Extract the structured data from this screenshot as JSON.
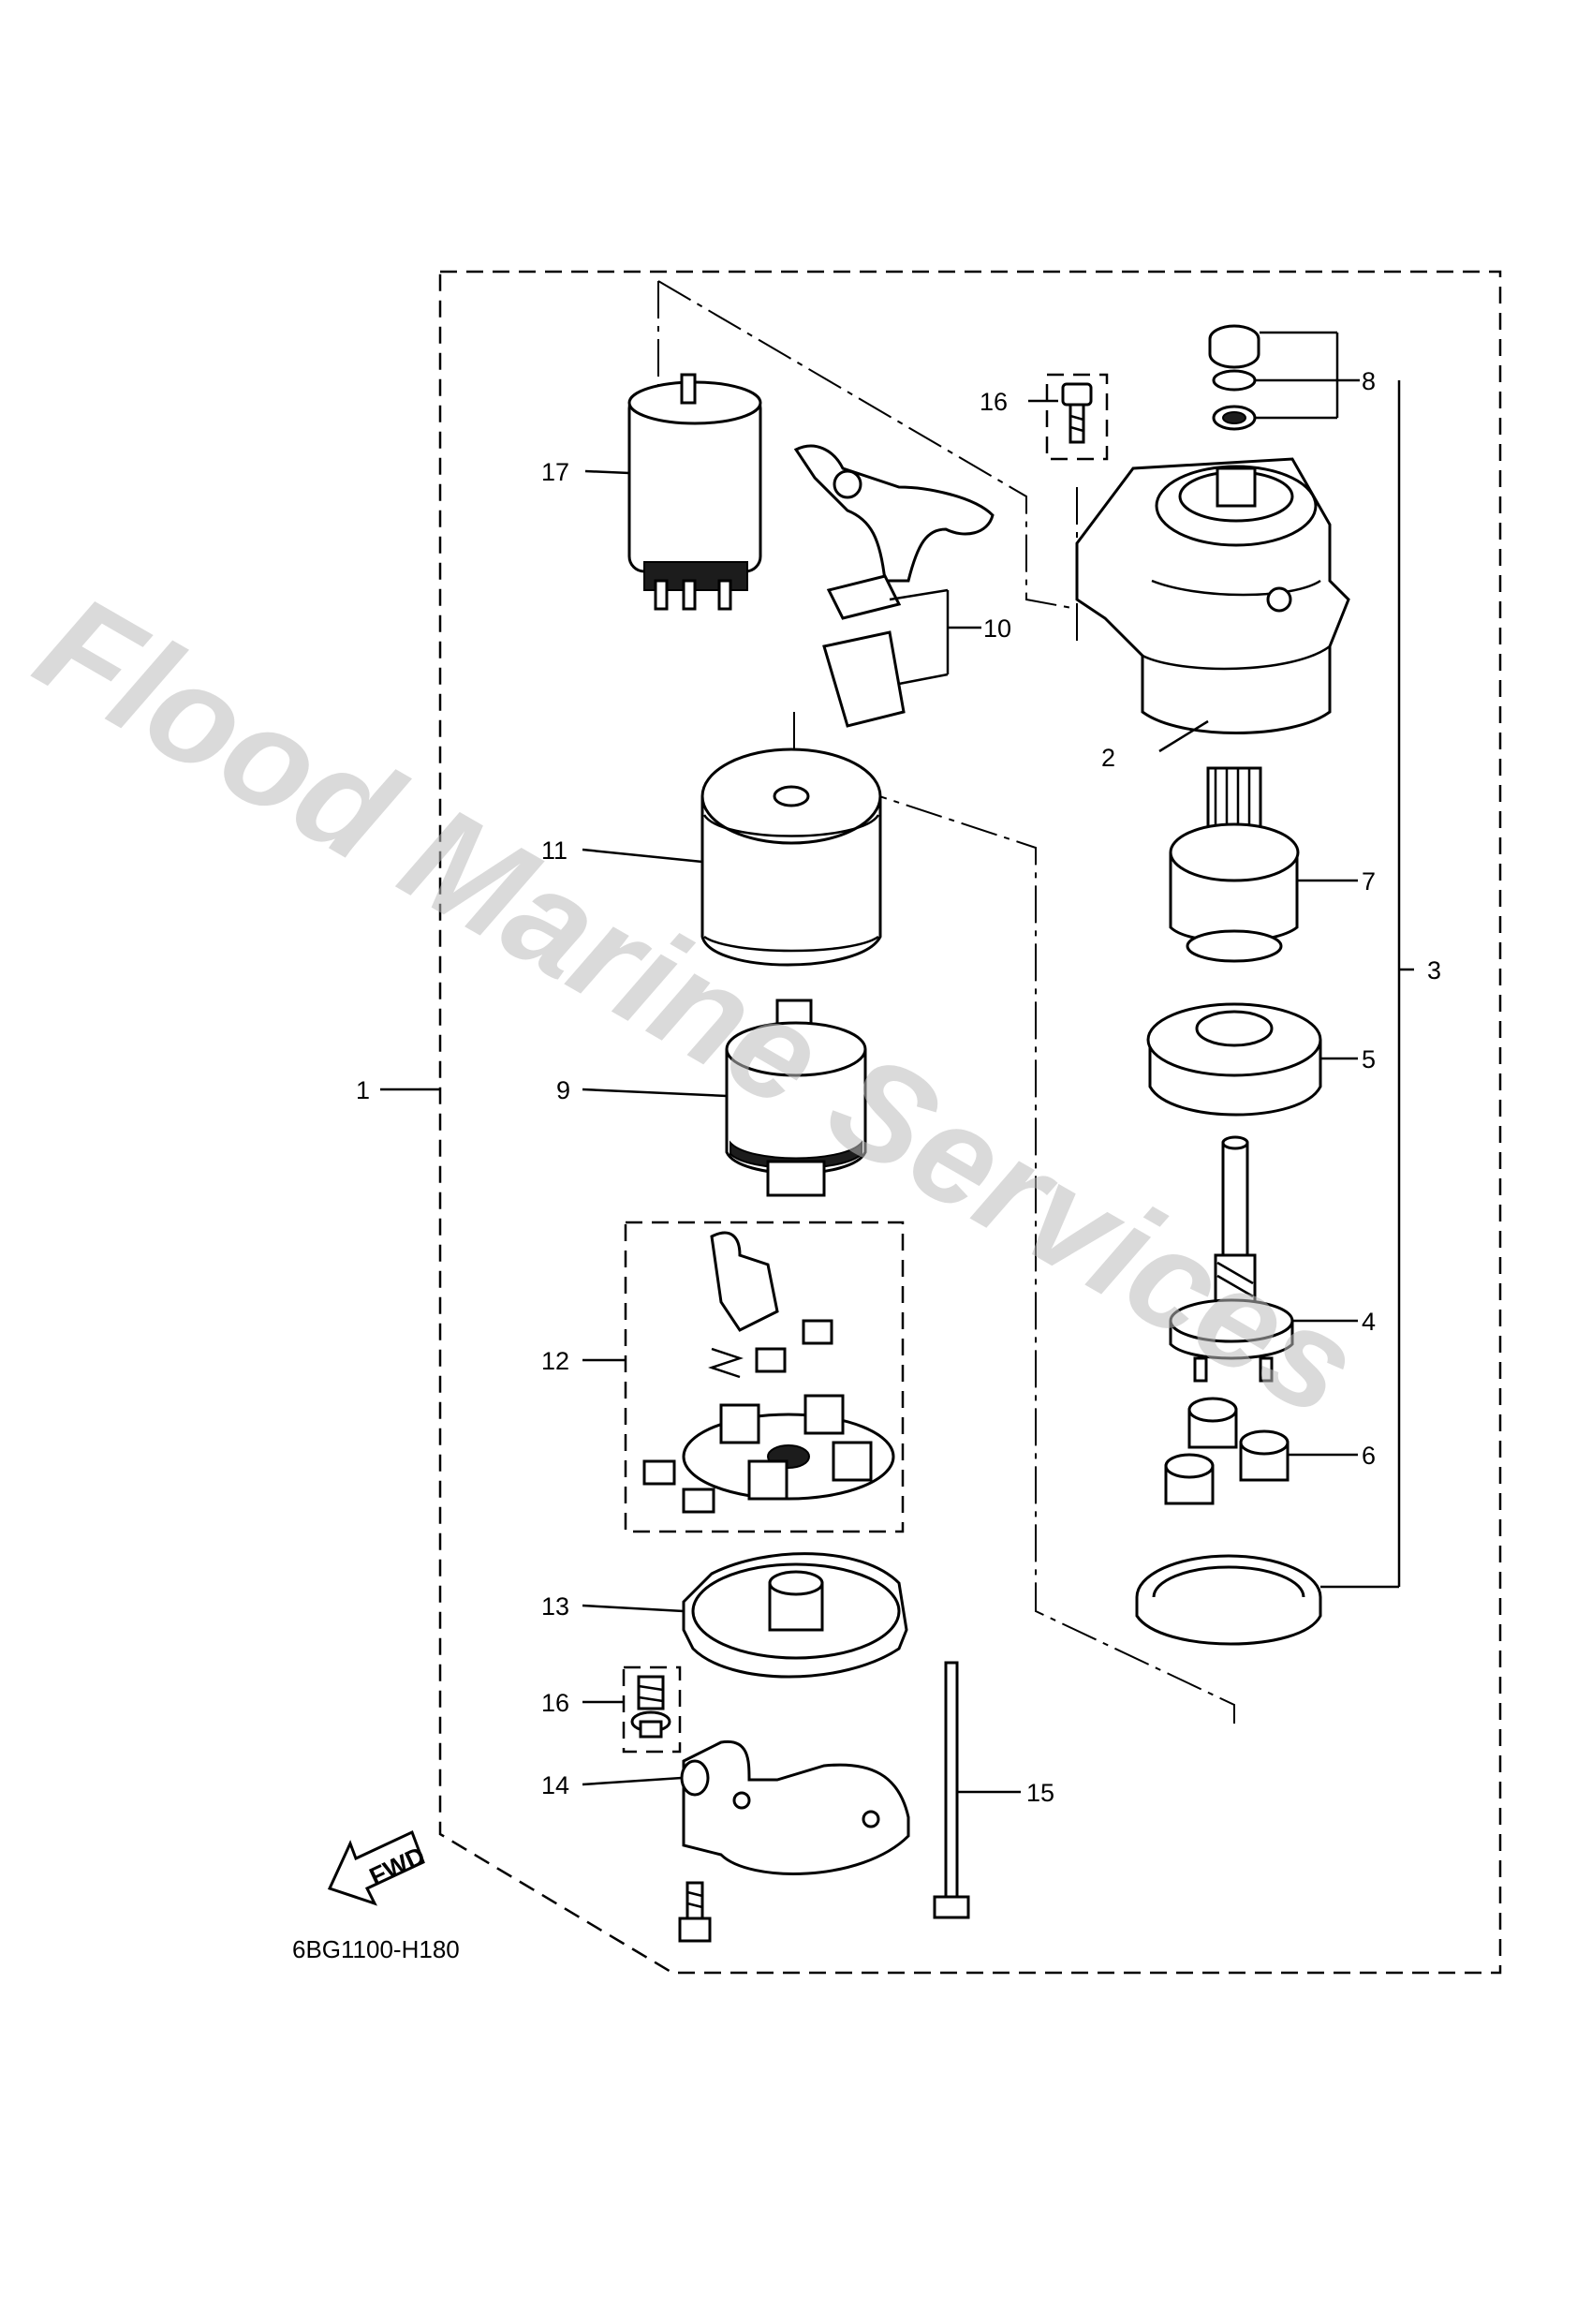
{
  "diagram": {
    "code": "6BG1100-H180",
    "watermark": "Flood Marine Services",
    "fwd_label": "FWD",
    "callouts": {
      "c1": "1",
      "c2": "2",
      "c3": "3",
      "c4": "4",
      "c5": "5",
      "c6": "6",
      "c7": "7",
      "c8": "8",
      "c9": "9",
      "c10": "10",
      "c11": "11",
      "c12": "12",
      "c13": "13",
      "c14": "14",
      "c15": "15",
      "c16a": "16",
      "c16b": "16",
      "c17": "17"
    }
  }
}
